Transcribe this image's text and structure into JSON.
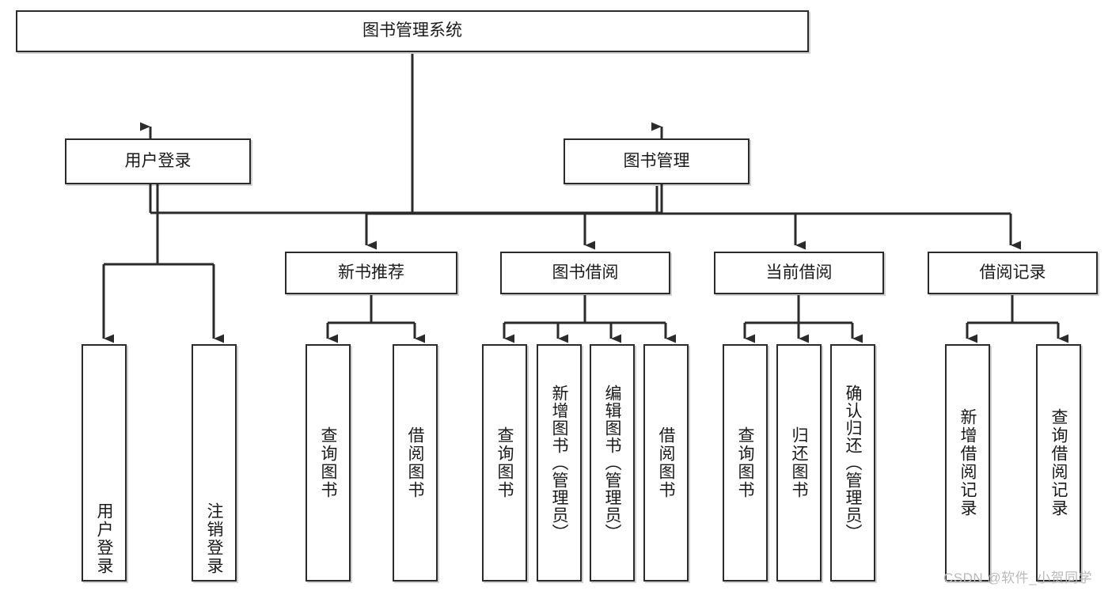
{
  "diagram": {
    "title_node": {
      "label": "图书管理系统"
    },
    "level2": [
      {
        "id": "user-login",
        "label": "用户登录"
      },
      {
        "id": "book-manage",
        "label": "图书管理"
      }
    ],
    "level3": [
      {
        "id": "new-book-recommend",
        "label": "新书推荐"
      },
      {
        "id": "book-borrow",
        "label": "图书借阅"
      },
      {
        "id": "current-borrow",
        "label": "当前借阅"
      },
      {
        "id": "borrow-record",
        "label": "借阅记录"
      }
    ],
    "leaves": {
      "user_login": [
        {
          "id": "leaf-user-login",
          "label": "用户登录"
        },
        {
          "id": "leaf-logout-login",
          "label": "注销登录"
        }
      ],
      "new_book_recommend": [
        {
          "id": "leaf-query-book-1",
          "label": "查询图书"
        },
        {
          "id": "leaf-borrow-book-1",
          "label": "借阅图书"
        }
      ],
      "book_borrow": [
        {
          "id": "leaf-query-book-2",
          "label": "查询图书"
        },
        {
          "id": "leaf-add-book",
          "label": "新增图书（管理员）"
        },
        {
          "id": "leaf-edit-book",
          "label": "编辑图书（管理员）"
        },
        {
          "id": "leaf-borrow-book-2",
          "label": "借阅图书"
        }
      ],
      "current_borrow": [
        {
          "id": "leaf-query-book-3",
          "label": "查询图书"
        },
        {
          "id": "leaf-return-book",
          "label": "归还图书"
        },
        {
          "id": "leaf-confirm-return",
          "label": "确认归还（管理员）"
        }
      ],
      "borrow_record": [
        {
          "id": "leaf-add-record",
          "label": "新增借阅记录"
        },
        {
          "id": "leaf-query-record",
          "label": "查询借阅记录"
        }
      ]
    },
    "colors": {
      "stroke": "#2b2b2b",
      "fill": "#ffffff",
      "text": "#1a1a1a",
      "watermark": "#b9b9b9"
    }
  },
  "watermark": {
    "text": "CSDN @软件_小贺同学"
  }
}
